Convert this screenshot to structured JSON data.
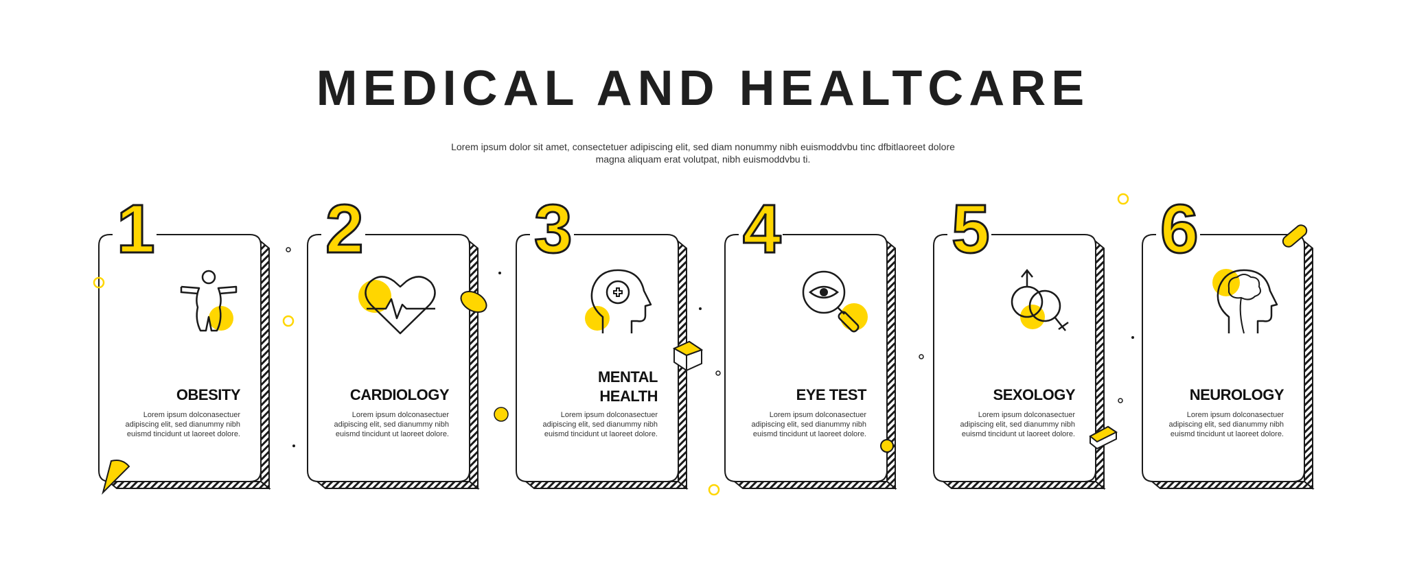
{
  "header": {
    "title": "MEDICAL AND HEALTCARE",
    "subtitle_line1": "Lorem ipsum dolor sit amet, consectetuer adipiscing elit, sed diam nonummy nibh euismoddvbu tinc dfbitlaoreet dolore",
    "subtitle_line2": "magna aliquam erat volutpat, nibh euismoddvbu ti."
  },
  "colors": {
    "accent": "#ffd600",
    "stroke": "#1a1a1a",
    "background": "#ffffff"
  },
  "cards": [
    {
      "number": "1",
      "title": "OBESITY",
      "icon": "obesity-icon",
      "text": [
        "Lorem ipsum dolconasectuer",
        "adipiscing elit,  sed dianummy nibh",
        "euismd tincidunt ut laoreet dolore."
      ]
    },
    {
      "number": "2",
      "title": "CARDIOLOGY",
      "icon": "heartbeat-icon",
      "text": [
        "Lorem ipsum dolconasectuer",
        "adipiscing elit,  sed dianummy nibh",
        "euismd tincidunt ut laoreet dolore."
      ]
    },
    {
      "number": "3",
      "title": "MENTAL\nHEALTH",
      "icon": "mental-health-icon",
      "text": [
        "Lorem ipsum dolconasectuer",
        "adipiscing elit,  sed dianummy nibh",
        "euismd tincidunt ut laoreet dolore."
      ]
    },
    {
      "number": "4",
      "title": "EYE TEST",
      "icon": "eye-magnifier-icon",
      "text": [
        "Lorem ipsum dolconasectuer",
        "adipiscing elit,  sed dianummy nibh",
        "euismd tincidunt ut laoreet dolore."
      ]
    },
    {
      "number": "5",
      "title": "SEXOLOGY",
      "icon": "gender-symbols-icon",
      "text": [
        "Lorem ipsum dolconasectuer",
        "adipiscing elit,  sed dianummy nibh",
        "euismd tincidunt ut laoreet dolore."
      ]
    },
    {
      "number": "6",
      "title": "NEUROLOGY",
      "icon": "brain-head-icon",
      "text": [
        "Lorem ipsum dolconasectuer",
        "adipiscing elit,  sed dianummy nibh",
        "euismd tincidunt ut laoreet dolore."
      ]
    }
  ]
}
